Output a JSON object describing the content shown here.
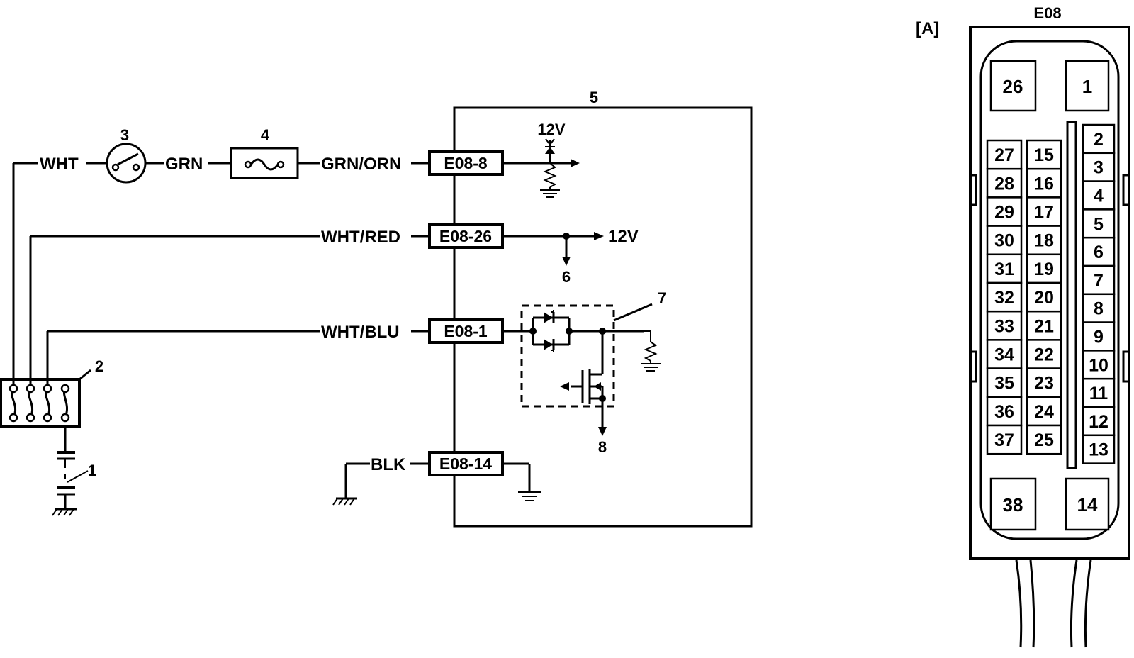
{
  "callouts": {
    "battery": "1",
    "ignition_switch": "2",
    "switch": "3",
    "fuse": "4",
    "ecm": "5",
    "out6": "6",
    "driver": "7",
    "out8": "8"
  },
  "voltages": {
    "top": "12V",
    "mid": "12V"
  },
  "wires": {
    "wht": "WHT",
    "grn": "GRN",
    "grn_orn": "GRN/ORN",
    "wht_red": "WHT/RED",
    "wht_blu": "WHT/BLU",
    "blk": "BLK"
  },
  "connectors": {
    "c8": "E08-8",
    "c26": "E08-26",
    "c1": "E08-1",
    "c14": "E08-14"
  },
  "connector_view": {
    "label": "[A]",
    "name": "E08",
    "corner_pins": [
      "26",
      "1",
      "38",
      "14"
    ],
    "left_col": [
      "27",
      "28",
      "29",
      "30",
      "31",
      "32",
      "33",
      "34",
      "35",
      "36",
      "37"
    ],
    "mid_col": [
      "15",
      "16",
      "17",
      "18",
      "19",
      "20",
      "21",
      "22",
      "23",
      "24",
      "25"
    ],
    "right_col": [
      "2",
      "3",
      "4",
      "5",
      "6",
      "7",
      "8",
      "9",
      "10",
      "11",
      "12",
      "13"
    ]
  }
}
